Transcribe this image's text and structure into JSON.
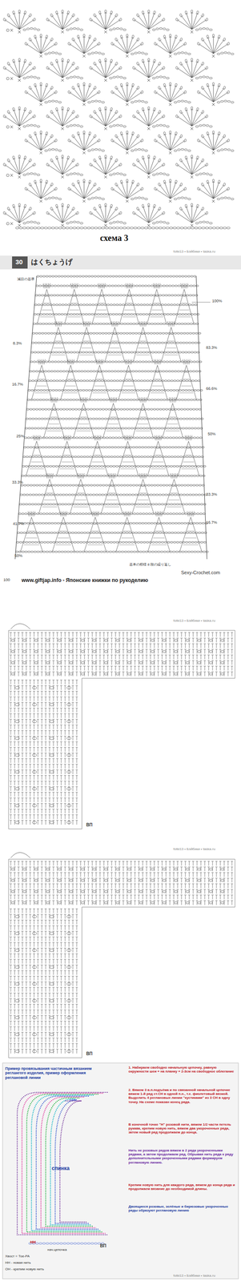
{
  "diagram": {
    "caption": "схема 3",
    "labels": [
      "30",
      "はくちょうげ",
      "減目の基準",
      "100%",
      "8.3%",
      "83.3%",
      "16.7%",
      "66.6%",
      "25%",
      "50%",
      "33.3%",
      "33.3%",
      "41.7%",
      "16.7%",
      "50%",
      "基本の模様 8 段の繰り返し",
      "Sexy-Crochet.com",
      "100",
      "www.giftjap.info - Японские книжки по рукоделию",
      "fotki13 • Бэйбики • taska.ru",
      "fotki13 • Бэйбики • taska.ru",
      "fotki13 • Бэйбики • taska.ru",
      "fotki13 • Бэйбики • taska.ru",
      "ВП",
      "ВП",
      "Пример провязывания частичным вязанием реглангого изделия, пример оформления реглановой линии",
      "1. Набираем свободно начальную цепочку, равную окружности шеи + на планку + 2-3см на свободное облегание",
      "2. Вяжем 3 в.п.подъёма и по связанной начальной цепочке вяжем 1-й ряд ст.СН в одной п.н., т.е. фиолетовый вязкой. Выделить 4 реглановых линии \"кустиками\" из 3 СН в одну точку. На схеме показан конец ряда.",
      "В конечной точке \"Н\" розовой нити, вяжем 1/2 части петель рукава, крепим новую нить, вяжем два укороченных ряда, затем новый ряд продолжаем до конца.",
      "Нить не розовых рядов вяжем в 2 ряда укороченными рядами, а затем продолжаем ряд. Обрывая нить ряда к ряду дополнительными укороченными рядами формируем реглановую линию.",
      "Крепим новую нить для каждого ряда, вяжем до конца ряда и продолжаем вязание до необходимой длины.",
      "Двоящиеся розовые, зелёные и бирюзовые укороченные ряды образуют реглановую линию",
      "спинка",
      "нач.цепочка",
      "ВП",
      "НН",
      "Хвост = Тое-РА",
      "НН - новая нить",
      "ОН - крепим новую нить"
    ]
  }
}
